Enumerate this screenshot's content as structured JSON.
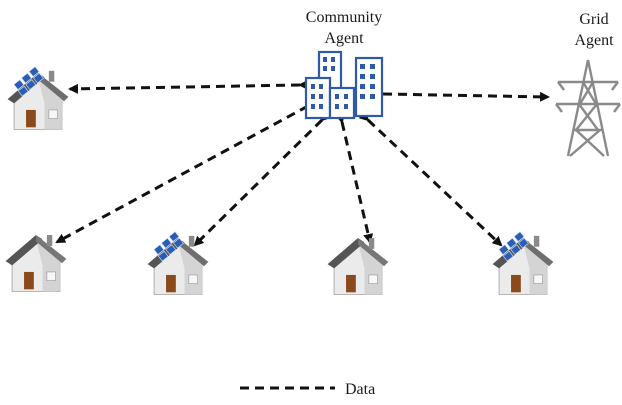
{
  "community_agent": {
    "label_line1": "Community",
    "label_line2": "Agent"
  },
  "grid_agent": {
    "label_line1": "Grid",
    "label_line2": "Agent"
  },
  "legend": {
    "label": "Data"
  },
  "houses": [
    {
      "solar": true
    },
    {
      "solar": false
    },
    {
      "solar": true
    },
    {
      "solar": false
    },
    {
      "solar": true
    }
  ],
  "colors": {
    "building": "#2f5aa8",
    "tower": "#8a8a8a",
    "roof": "#6b6b6b",
    "panel": "#2a5db5",
    "door": "#8a4a1c",
    "link": "#111111"
  }
}
